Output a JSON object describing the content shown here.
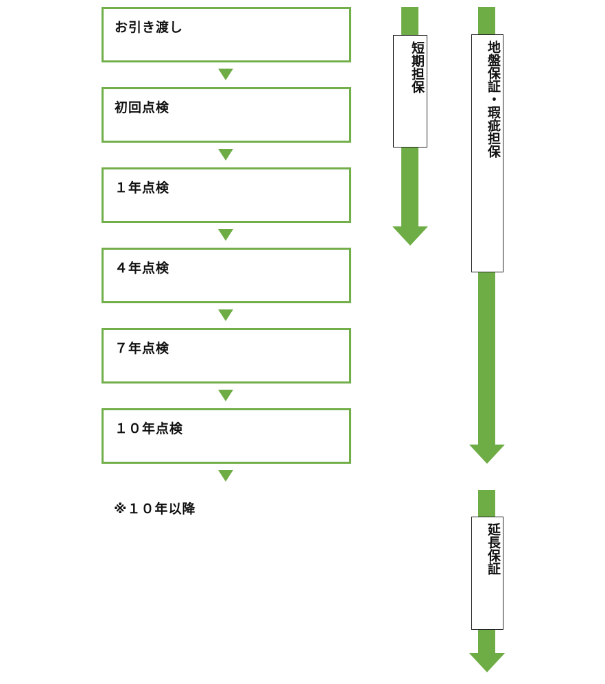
{
  "flow": {
    "steps": [
      {
        "label": "お引き渡し"
      },
      {
        "label": "初回点検"
      },
      {
        "label": "１年点検"
      },
      {
        "label": "４年点検"
      },
      {
        "label": "７年点検"
      },
      {
        "label": "１０年点検"
      }
    ],
    "note": "※１０年以降"
  },
  "periods": {
    "short_term": {
      "label": "短期担保"
    },
    "ground": {
      "label": "地盤保証・瑕疵担保"
    },
    "extended": {
      "label": "延長保証"
    }
  },
  "colors": {
    "green": "#6ead45",
    "border_green": "#72ae4a",
    "box_border": "#222222"
  }
}
